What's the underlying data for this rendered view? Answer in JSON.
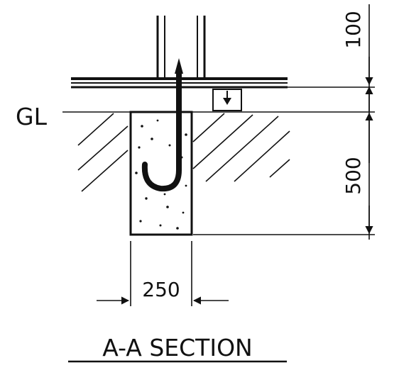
{
  "drawing": {
    "ground_label": "GL",
    "dim_top": "100",
    "dim_depth": "500",
    "dim_width": "250",
    "caption": "A-A SECTION",
    "line_color": "#111111",
    "background": "#ffffff"
  }
}
